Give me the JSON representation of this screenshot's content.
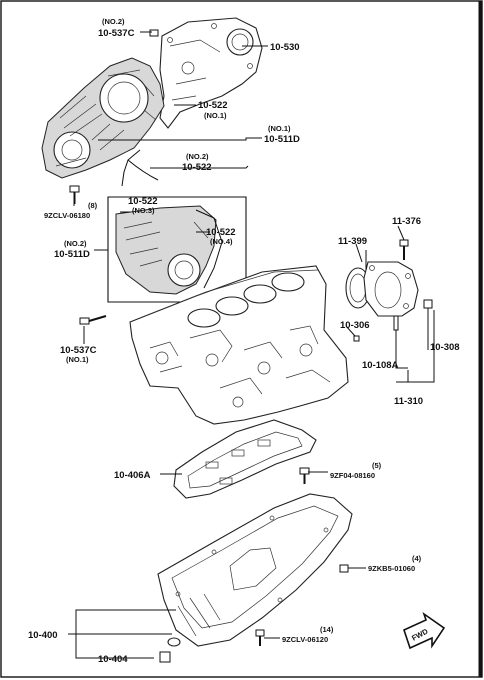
{
  "labels": {
    "l_10_537c_top": "10-537C",
    "l_no2_top": "(NO.2)",
    "l_10_530": "10-530",
    "l_10_522_no1": "10-522",
    "l_no1_a": "(NO.1)",
    "l_no1_b": "(NO.1)",
    "l_10_511d_no1": "10-511D",
    "l_no2_b": "(NO.2)",
    "l_10_522_no2": "10-522",
    "l_qty8": "(8)",
    "l_9zclv_06180": "9ZCLV-06180",
    "l_10_522_no3": "10-522",
    "l_no3": "(NO.3)",
    "l_10_522_no4": "10-522",
    "l_no4": "(NO.4)",
    "l_no2_c": "(NO.2)",
    "l_10_511d_no2": "10-511D",
    "l_11_376": "11-376",
    "l_11_399": "11-399",
    "l_10_306": "10-306",
    "l_10_308": "10-308",
    "l_10_108a": "10-108A",
    "l_11_310": "11-310",
    "l_10_537c_bot": "10-537C",
    "l_no1_c": "(NO.1)",
    "l_10_406a": "10-406A",
    "l_qty5": "(5)",
    "l_9zf04_08160": "9ZF04-08160",
    "l_qty4": "(4)",
    "l_9zkb5_01060": "9ZKB5-01060",
    "l_10_400": "10-400",
    "l_qty14": "(14)",
    "l_9zclv_06120": "9ZCLV-06120",
    "l_10_404": "10-404",
    "l_fwd": "FWD"
  }
}
